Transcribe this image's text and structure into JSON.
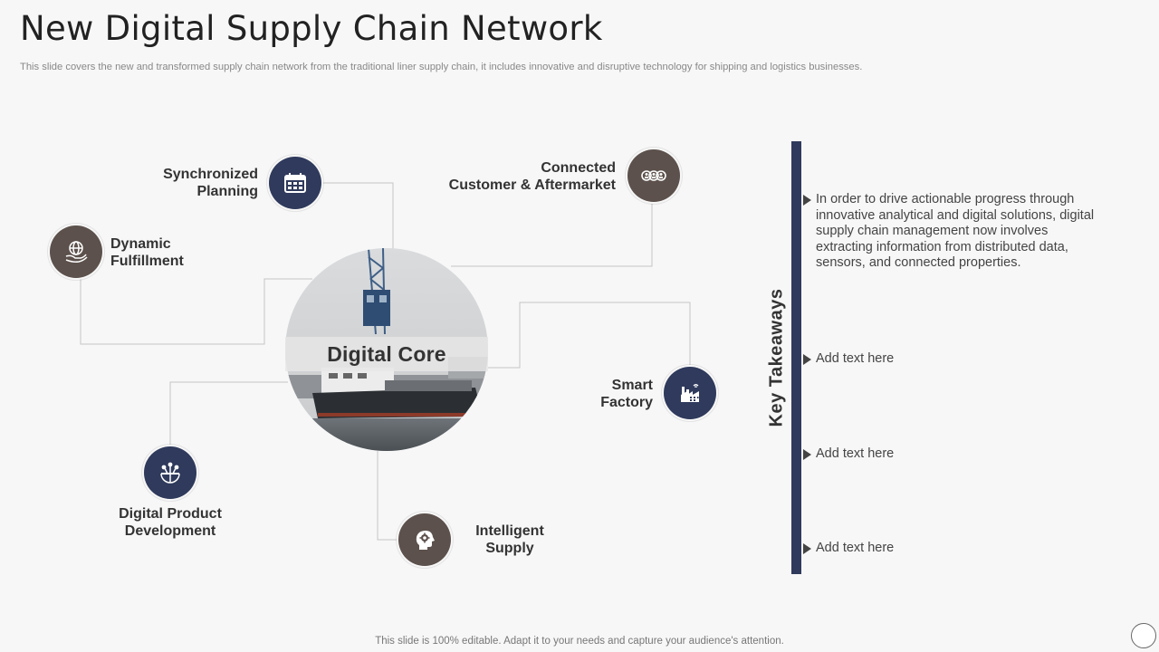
{
  "header": {
    "title": "New Digital Supply Chain Network",
    "subtitle": "This slide covers the new and transformed supply chain network from the traditional liner supply chain, it includes innovative and disruptive technology for shipping and logistics businesses."
  },
  "diagram": {
    "center_label": "Digital Core",
    "nodes": {
      "synchronized_planning": {
        "label_line1": "Synchronized",
        "label_line2": "Planning",
        "icon": "calendar-icon",
        "color": "#2f3a5c"
      },
      "connected_customer": {
        "label_line1": "Connected",
        "label_line2": "Customer & Aftermarket",
        "icon": "customers-icon",
        "color": "#5c514c"
      },
      "dynamic_fulfillment": {
        "label_line1": "Dynamic",
        "label_line2": "Fulfillment",
        "icon": "globe-hand-icon",
        "color": "#5c514c"
      },
      "smart_factory": {
        "label_line1": "Smart",
        "label_line2": "Factory",
        "icon": "factory-icon",
        "color": "#2f3a5c"
      },
      "digital_product_development": {
        "label_line1": "Digital Product",
        "label_line2": "Development",
        "icon": "network-globe-icon",
        "color": "#2f3a5c"
      },
      "intelligent_supply": {
        "label_line1": "Intelligent",
        "label_line2": "Supply",
        "icon": "head-gear-icon",
        "color": "#5c514c"
      }
    }
  },
  "key_takeaways": {
    "title": "Key Takeaways",
    "items": [
      "In order to drive actionable progress through innovative analytical and digital solutions, digital supply chain management now involves extracting information from distributed data, sensors, and connected properties.",
      "Add text here",
      "Add text here",
      "Add text here"
    ]
  },
  "footer": {
    "text": "This slide is 100% editable. Adapt it to your needs and capture your audience's attention."
  }
}
